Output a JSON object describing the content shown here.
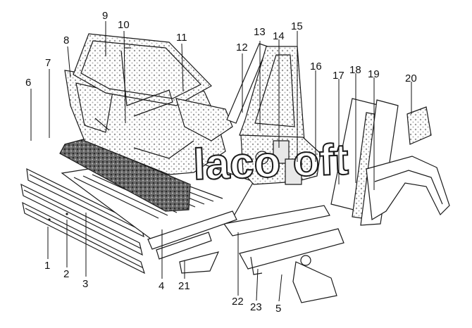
{
  "callouts": [
    "1",
    "2",
    "3",
    "4",
    "5",
    "6",
    "7",
    "8",
    "9",
    "10",
    "11",
    "12",
    "13",
    "14",
    "15",
    "16",
    "17",
    "18",
    "19",
    "20",
    "21",
    "22",
    "23"
  ],
  "watermark": "laco oft",
  "colors": {
    "ink": "#1a1a1a",
    "panel_fill": "#cfcfcf",
    "insulation": "#5a5a5a",
    "background": "#ffffff"
  }
}
